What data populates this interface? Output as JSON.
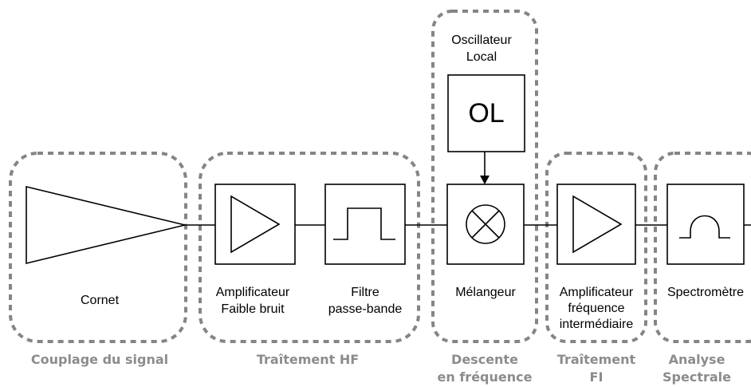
{
  "groups": {
    "coupling": "Couplage du signal",
    "hf": "Traîtement HF",
    "downconv_line1": "Descente",
    "downconv_line2": "en fréquence",
    "fi_line1": "Traîtement",
    "fi_line2": "FI",
    "spectral_line1": "Analyse",
    "spectral_line2": "Spectrale"
  },
  "blocks": {
    "cornet": "Cornet",
    "lna_line1": "Amplificateur",
    "lna_line2": "Faible bruit",
    "filter_line1": "Filtre",
    "filter_line2": "passe-bande",
    "ol_symbol": "OL",
    "lo_line1": "Oscillateur",
    "lo_line2": "Local",
    "mixer": "Mélangeur",
    "if_amp_line1": "Amplificateur",
    "if_amp_line2": "fréquence",
    "if_amp_line3": "intermédiaire",
    "spectrometer": "Spectromètre"
  },
  "colors": {
    "group_border": "#858585",
    "group_label": "#8c8c8c",
    "block_stroke": "#000000"
  }
}
